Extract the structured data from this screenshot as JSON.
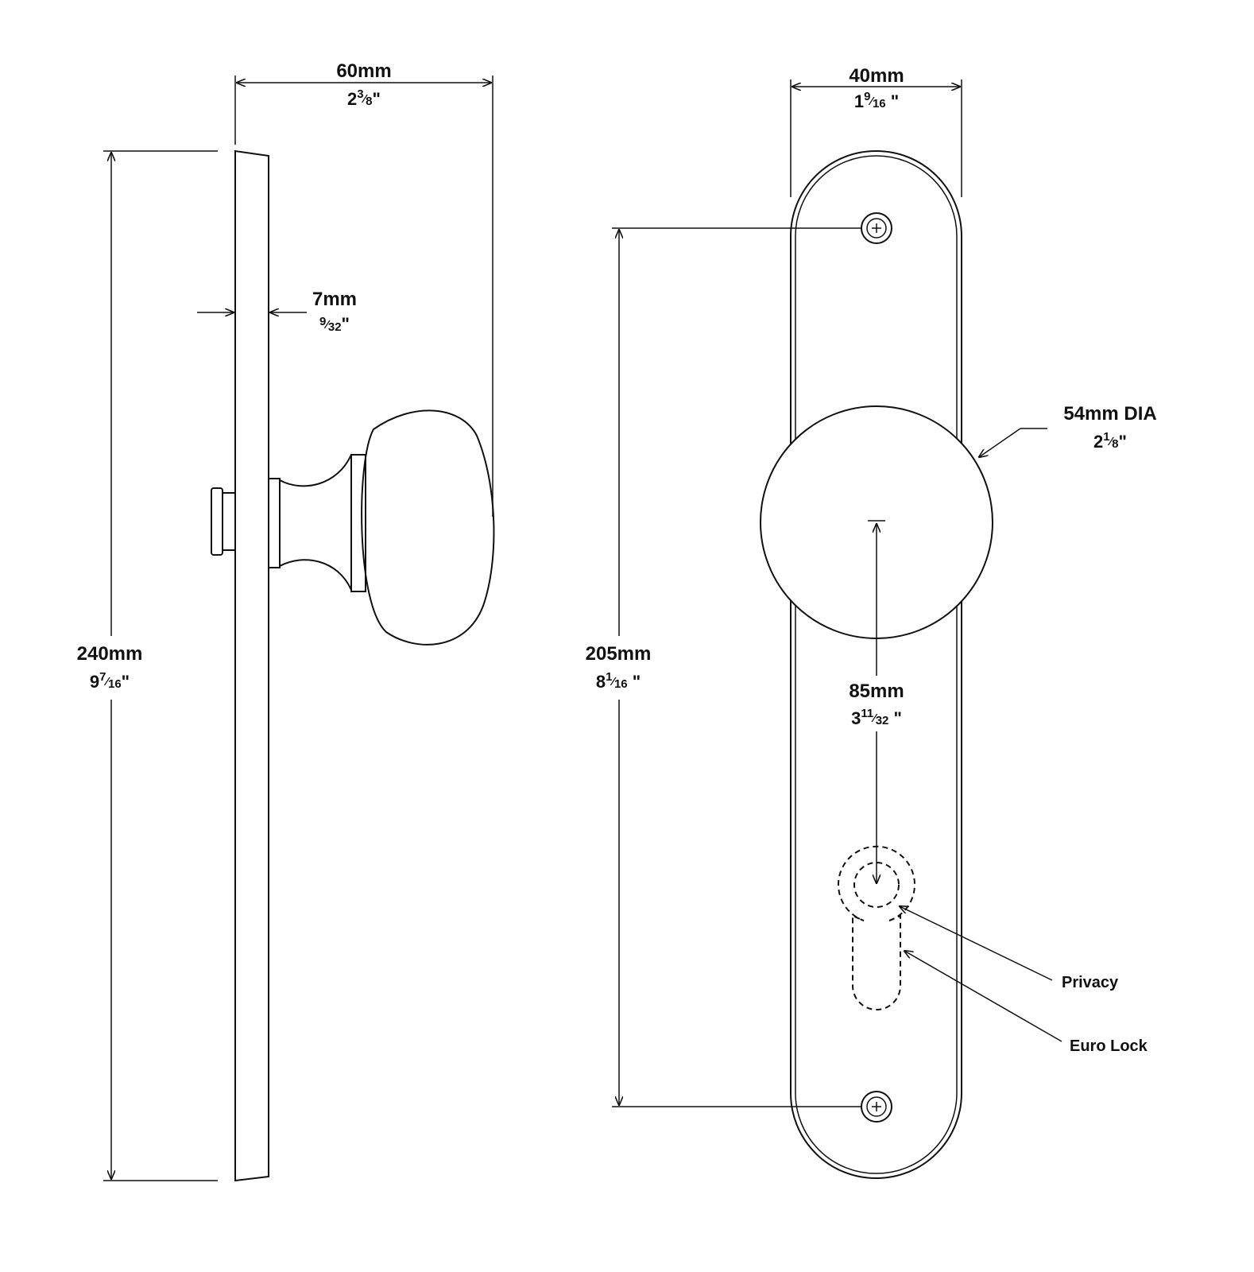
{
  "dimensions": {
    "overall_width": {
      "metric": "60mm",
      "whole": "2",
      "num": "3",
      "den": "8",
      "unit": "\""
    },
    "plate_thickness": {
      "metric": "7mm",
      "whole": "",
      "num": "9",
      "den": "32",
      "unit": "\""
    },
    "plate_height": {
      "metric": "240mm",
      "whole": "9",
      "num": "7",
      "den": "16",
      "unit": "\""
    },
    "plate_width": {
      "metric": "40mm",
      "whole": "1",
      "num": "9",
      "den": "16",
      "unit": " \""
    },
    "fixing_centres": {
      "metric": "205mm",
      "whole": "8",
      "num": "1",
      "den": "16",
      "unit": " \""
    },
    "knob_diameter": {
      "metric": "54mm DIA",
      "whole": "2",
      "num": "1",
      "den": "8",
      "unit": "\""
    },
    "backset": {
      "metric": "85mm",
      "whole": "3",
      "num": "11",
      "den": "32",
      "unit": " \""
    }
  },
  "callouts": {
    "privacy": "Privacy",
    "euro_lock": "Euro Lock"
  }
}
